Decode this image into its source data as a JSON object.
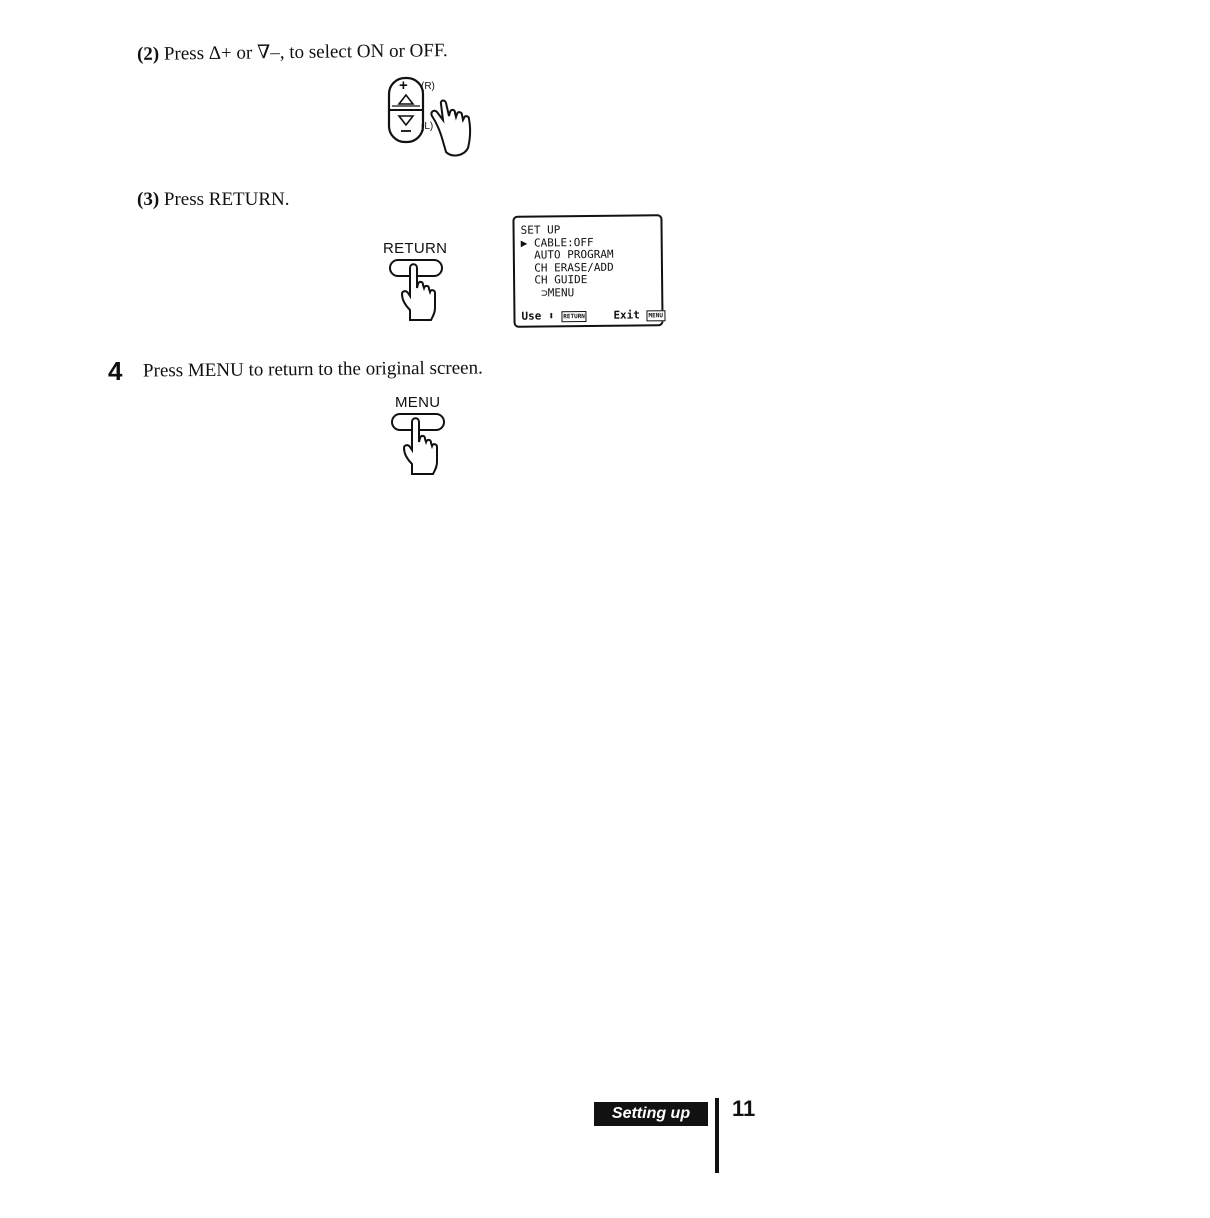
{
  "steps": {
    "s2": {
      "label": "(2)",
      "text": "Press Δ+ or ∇–, to select ON or OFF."
    },
    "s3": {
      "label": "(3)",
      "text": "Press RETURN."
    },
    "s4": {
      "label": "4",
      "text": "Press MENU to return to the original screen."
    }
  },
  "remote": {
    "rocker_plus": "+",
    "rocker_minus": "–",
    "rocker_r": "(R)",
    "rocker_l": "(L)",
    "return_caption": "RETURN",
    "menu_caption": "MENU"
  },
  "osd": {
    "title": "SET UP",
    "items": [
      "▶ CABLE:OFF",
      "  AUTO PROGRAM",
      "  CH ERASE/ADD",
      "  CH GUIDE",
      "   ⊃MENU"
    ],
    "footer_use": "Use",
    "footer_arrows": "⬍",
    "footer_return_key": "RETURN",
    "footer_exit": "Exit",
    "footer_menu_key": "MENU"
  },
  "footer": {
    "section_tag": "Setting up",
    "page_number": "11"
  }
}
